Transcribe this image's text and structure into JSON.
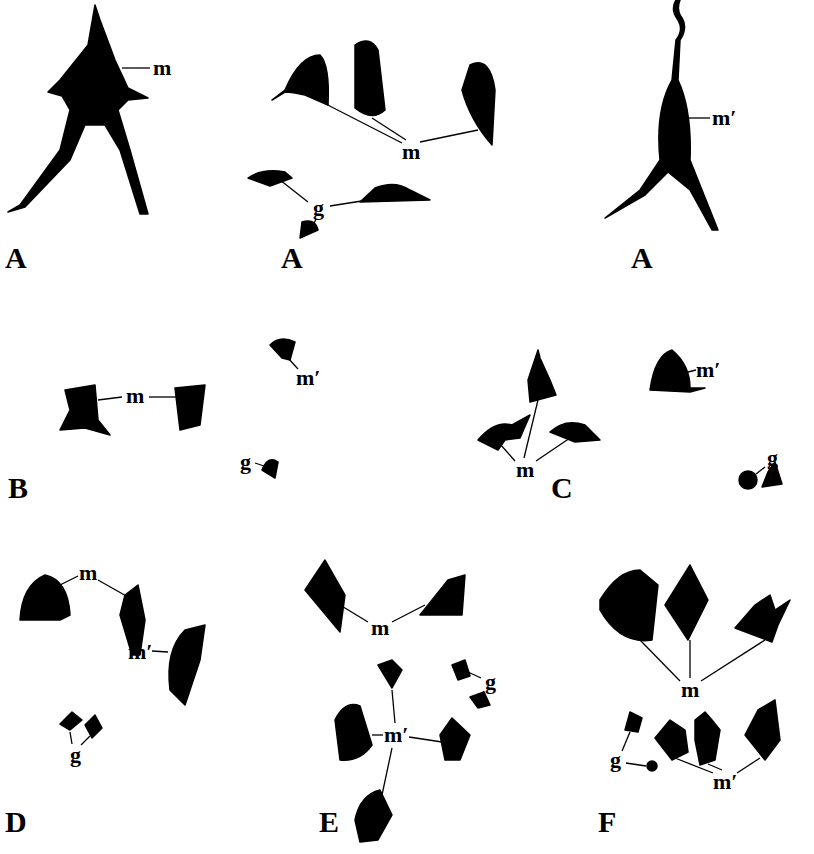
{
  "diagram": {
    "labels": [
      "m",
      "A",
      "m",
      "g",
      "A",
      "m′",
      "A",
      "m",
      "m′",
      "g",
      "B",
      "m",
      "m′",
      "g",
      "C",
      "m",
      "m′",
      "g",
      "D",
      "m",
      "m′",
      "g",
      "E",
      "m",
      "m′",
      "g",
      "F"
    ]
  }
}
